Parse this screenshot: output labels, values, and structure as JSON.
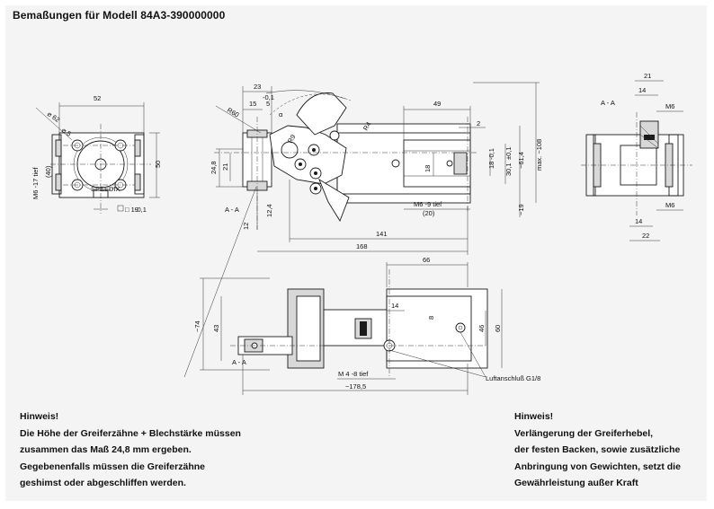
{
  "title": "Bemaßungen für Modell 84A3-390000000",
  "notes": {
    "left": {
      "heading": "Hinweis!",
      "lines": [
        "Die Höhe der Greiferzähne + Blechstärke müssen",
        "zusammen das Maß 24,8 mm ergeben.",
        "Gegebenenfalls müssen die Greiferzähne",
        "geshimst oder abgeschliffen werden."
      ]
    },
    "right": {
      "heading": "Hinweis!",
      "lines": [
        "Verlängerung der Greiferhebel,",
        "der festen Backen, sowie zusätzliche",
        "Anbringung von Gewichten, setzt die",
        "Gewährleistung außer Kraft"
      ]
    }
  },
  "dims": {
    "front": {
      "w52": "52",
      "d62": "⌀ 62",
      "d5": "⌀ 5",
      "h50": "50",
      "m6": "M6 -17 tief",
      "d40": "(40)",
      "sq19": "□ 19",
      "sq19_tol": "-0,1",
      "brand": "SPEEDIX"
    },
    "side": {
      "d23": "23",
      "d15": "15",
      "d5": "5",
      "tol5": "-0,1",
      "r60": "R60",
      "r9": "R9",
      "r4": "R4",
      "alpha": "α",
      "d49": "49",
      "d2": "2",
      "d248": "24,8",
      "d21": "21",
      "d18a": "18",
      "d18b": "18",
      "d18tol": "-0,1",
      "d301": "30,1",
      "d301tol": "±0,1",
      "d614": "~61,4",
      "dmax108": "max. ~108",
      "d12": "12",
      "d124": "12,4",
      "d19": "~19",
      "m6": "M6 -9 tief",
      "m6b": "(20)",
      "d141": "141",
      "d168": "168",
      "section": "A - A"
    },
    "top": {
      "d66": "66",
      "d74": "~74",
      "d43": "43",
      "d14": "14",
      "d8": "8",
      "d60": "60",
      "d46": "46",
      "m4": "M 4 -8 tief",
      "d1785": "~178,5",
      "section": "A - A",
      "air": "Luftanschluß G1/8"
    },
    "section": {
      "label": "A - A",
      "d21": "21",
      "d14a": "14",
      "m6a": "M6",
      "m6b": "M6",
      "d14b": "14",
      "d22": "22"
    }
  }
}
